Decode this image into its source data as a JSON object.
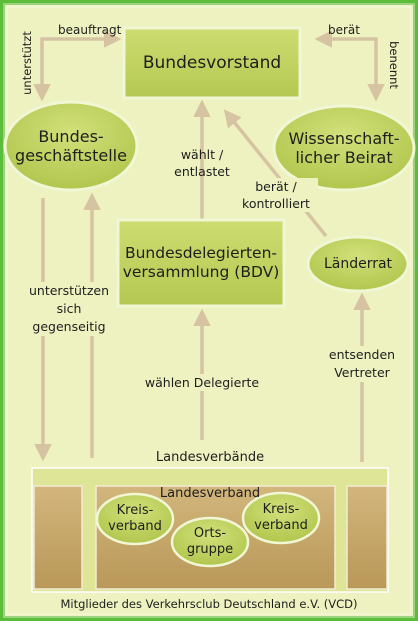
{
  "nodes": {
    "bundesvorstand": "Bundesvorstand",
    "bundesgeschaeftsstelle": [
      "Bundes-",
      "geschäftstelle"
    ],
    "beirat": [
      "Wissenschaft-",
      "licher Beirat"
    ],
    "bdv": [
      "Bundesdelegierten-",
      "versammlung (BDV)"
    ],
    "laenderrat": "Länderrat",
    "landesverbaende": "Landesverbände",
    "landesverband": "Landesverband",
    "kreisverband_left": [
      "Kreis-",
      "verband"
    ],
    "kreisverband_right": [
      "Kreis-",
      "verband"
    ],
    "ortsgruppe": [
      "Orts-",
      "gruppe"
    ]
  },
  "edges": {
    "beauftragt": "beauftragt",
    "unterstuetzt": "unterstützt",
    "beraet_top": "berät",
    "benennt": "benennt",
    "waehlt": [
      "wählt /",
      "entlastet"
    ],
    "beraet_kontrolliert": [
      "berät /",
      "kontrolliert"
    ],
    "unterstuetzen": [
      "unterstützen",
      "sich",
      "gegenseitig"
    ],
    "waehlen": "wählen Delegierte",
    "entsenden": [
      "entsenden",
      "Vertreter"
    ]
  },
  "footer": "Mitglieder des Verkehrsclub Deutschland e.V. (VCD)",
  "colors": {
    "frame": "#5bbd3a",
    "background": "#eef2c0",
    "node_fill": "#c2d45e",
    "node_border": "#eef4cf",
    "arrow": "#d6c3a2",
    "state_box": "#c8a870"
  }
}
